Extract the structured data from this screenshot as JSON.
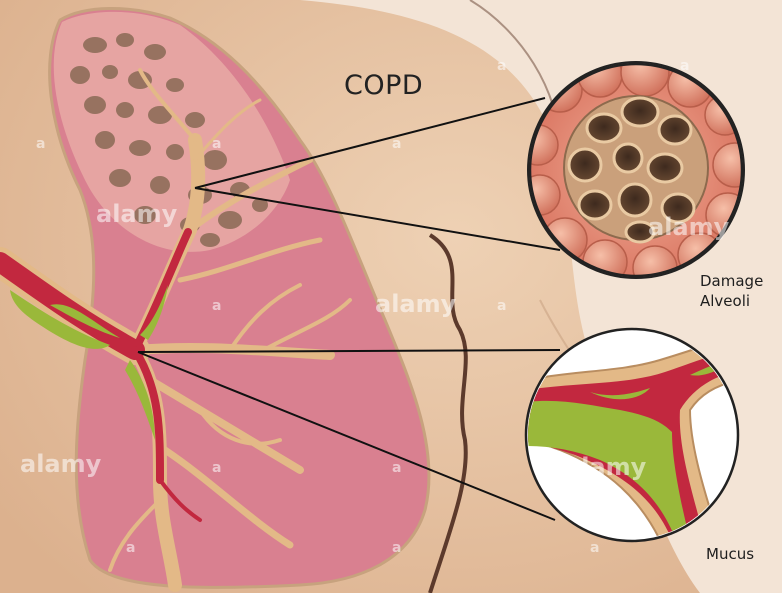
{
  "title": "COPD",
  "callouts": {
    "alveoli": {
      "line1": "Damage",
      "line2": "Alveoli"
    },
    "mucus": "Mucus"
  },
  "watermark": {
    "text": "alamy",
    "letter": "a"
  },
  "colors": {
    "background_skin": "#f3e4d6",
    "body_shade": "#e9c9a9",
    "lung_tissue": "#d97f90",
    "alveolar_region": "#e8a6a0",
    "airway_wall": "#e3b987",
    "airway_lumen": "#c2283f",
    "mucus": "#9ab83a",
    "callout_line": "#111111"
  }
}
